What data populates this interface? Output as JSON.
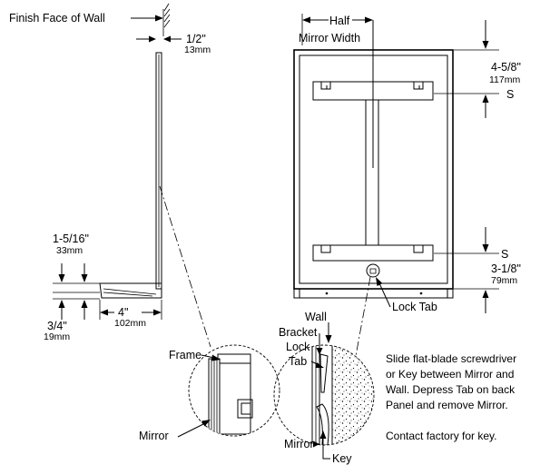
{
  "labels": {
    "finish_face": "Finish Face of Wall",
    "dim_half_inch": "1/2\"",
    "dim_half_inch_mm": "13mm",
    "half_mirror_line1": "Half",
    "half_mirror_line2": "Mirror Width",
    "dim_top": "4-5/8\"",
    "dim_top_mm": "117mm",
    "s_top": "S",
    "s_bottom": "S",
    "dim_bottom": "3-1/8\"",
    "dim_bottom_mm": "79mm",
    "lock_tab": "Lock Tab",
    "dim_1516": "1-5/16\"",
    "dim_1516_mm": "33mm",
    "dim_34": "3/4\"",
    "dim_34_mm": "19mm",
    "dim_4": "4\"",
    "dim_4_mm": "102mm",
    "frame": "Frame",
    "mirror_left": "Mirror",
    "wall": "Wall",
    "bracket": "Bracket",
    "lock": "Lock",
    "tab": "Tab",
    "mirror_bottom": "Mirror",
    "key": "Key"
  },
  "instructions": {
    "lines": [
      "Slide flat-blade screwdriver",
      "or Key between Mirror and",
      "Wall. Depress Tab on back",
      "Panel and remove Mirror."
    ],
    "contact": "Contact factory for key."
  }
}
